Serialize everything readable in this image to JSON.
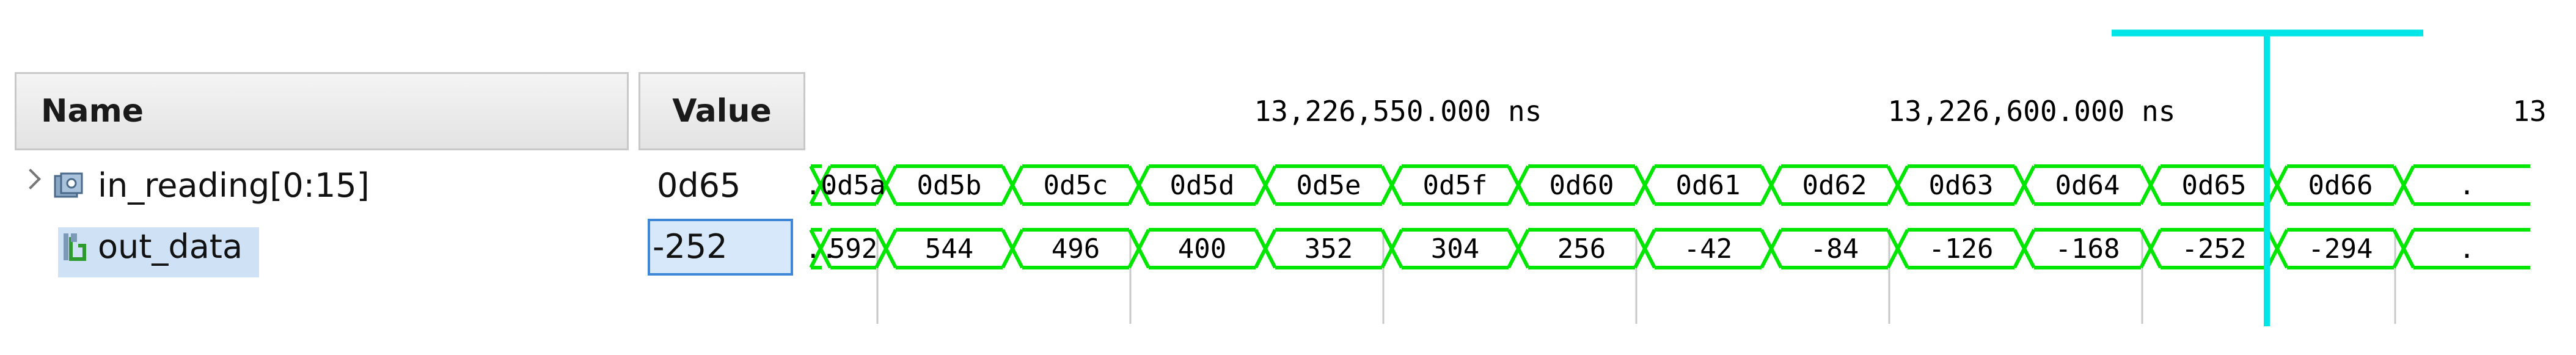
{
  "columns": {
    "name": "Name",
    "value": "Value"
  },
  "signals": [
    {
      "name": "in_reading[0:15]",
      "value": "0d65",
      "icon": "bus-signal-icon",
      "expandable": true,
      "selected": false,
      "segments": [
        "..",
        "0d5a",
        "0d5b",
        "0d5c",
        "0d5d",
        "0d5e",
        "0d5f",
        "0d60",
        "0d61",
        "0d62",
        "0d63",
        "0d64",
        "0d65",
        "0d66",
        "."
      ]
    },
    {
      "name": "out_data",
      "value": "-252",
      "icon": "signal-icon",
      "expandable": false,
      "selected": true,
      "segments": [
        "..",
        "592",
        "544",
        "496",
        "400",
        "352",
        "304",
        "256",
        "-42",
        "-84",
        "-126",
        "-168",
        "-252",
        "-294",
        "."
      ]
    }
  ],
  "time_labels": [
    "13,226,550.000 ns",
    "13,226,600.000 ns",
    "13"
  ],
  "colors": {
    "wave": "#00e600",
    "cursor": "#00e5e5",
    "grid": "#c8c8c8",
    "selection": "#cfe1f5"
  }
}
